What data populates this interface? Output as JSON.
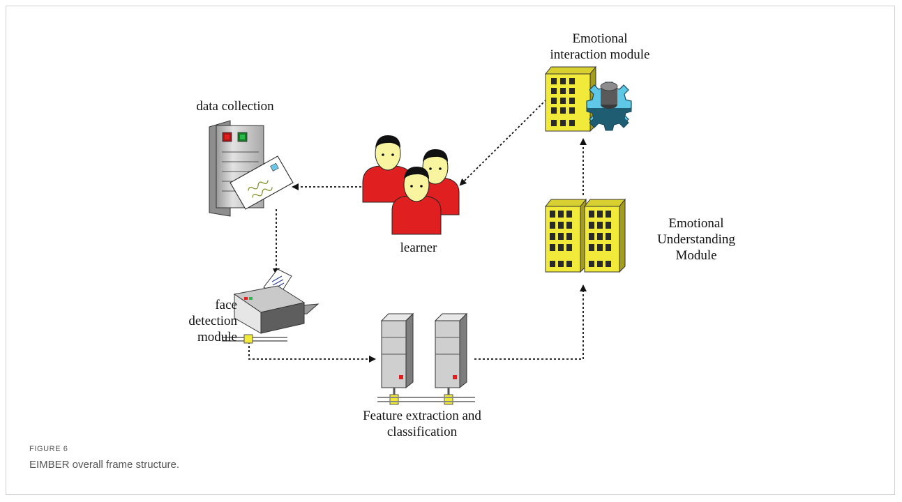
{
  "nodes": {
    "data_collection": "data collection",
    "learner": "learner",
    "face_detection": "face\ndetection\nmodule",
    "feature_extraction": "Feature extraction and\nclassification",
    "emotional_understanding": "Emotional\nUnderstanding\nModule",
    "emotional_interaction": "Emotional\ninteraction module"
  },
  "figure": {
    "label": "FIGURE 6",
    "caption": "EIMBER overall frame structure."
  },
  "colors": {
    "learner_red": "#e02020",
    "building_yellow": "#f2ea3a",
    "gear_cyan": "#5ec8e6",
    "server_gray": "#bdbdbd",
    "led_red": "#e01e1e"
  }
}
